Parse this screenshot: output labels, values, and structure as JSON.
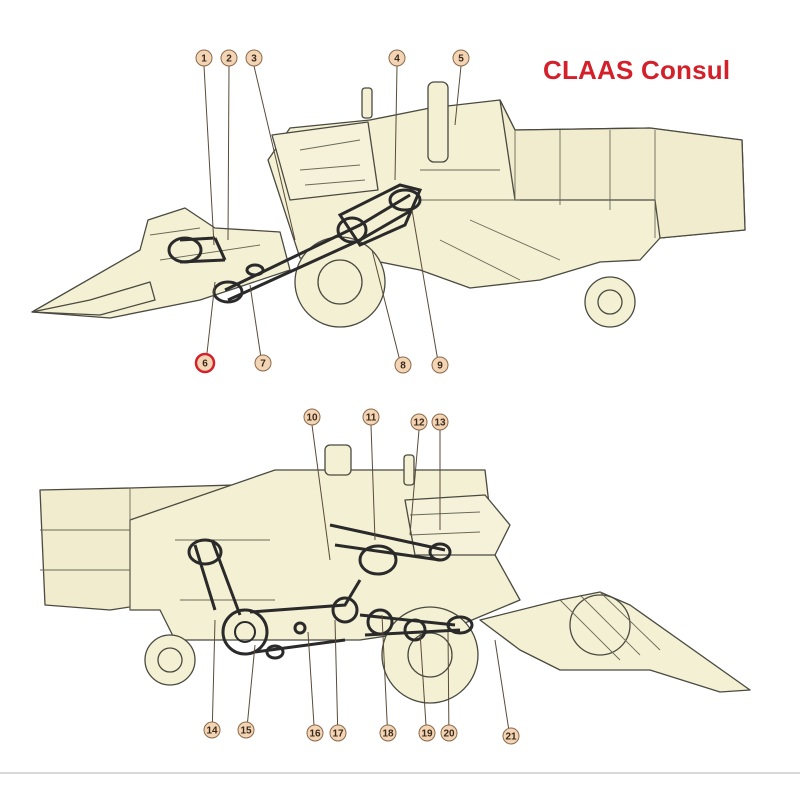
{
  "title": "CLAAS Consul",
  "colors": {
    "title": "#d4202a",
    "body_fill": "#f4f0d4",
    "line": "#4a4a40",
    "belt": "#2a2a2a",
    "callout_fill": "#f3d4b4",
    "callout_stroke": "#8a6a4a",
    "highlight": "#d4202a"
  },
  "top_view": {
    "callouts": [
      {
        "label": "1"
      },
      {
        "label": "2"
      },
      {
        "label": "3"
      },
      {
        "label": "4"
      },
      {
        "label": "5"
      },
      {
        "label": "6",
        "highlighted": true
      },
      {
        "label": "7"
      },
      {
        "label": "8"
      },
      {
        "label": "9"
      }
    ]
  },
  "bottom_view": {
    "callouts": [
      {
        "label": "10"
      },
      {
        "label": "11"
      },
      {
        "label": "12"
      },
      {
        "label": "13"
      },
      {
        "label": "14"
      },
      {
        "label": "15"
      },
      {
        "label": "16"
      },
      {
        "label": "17"
      },
      {
        "label": "18"
      },
      {
        "label": "19"
      },
      {
        "label": "20"
      },
      {
        "label": "21"
      }
    ]
  }
}
